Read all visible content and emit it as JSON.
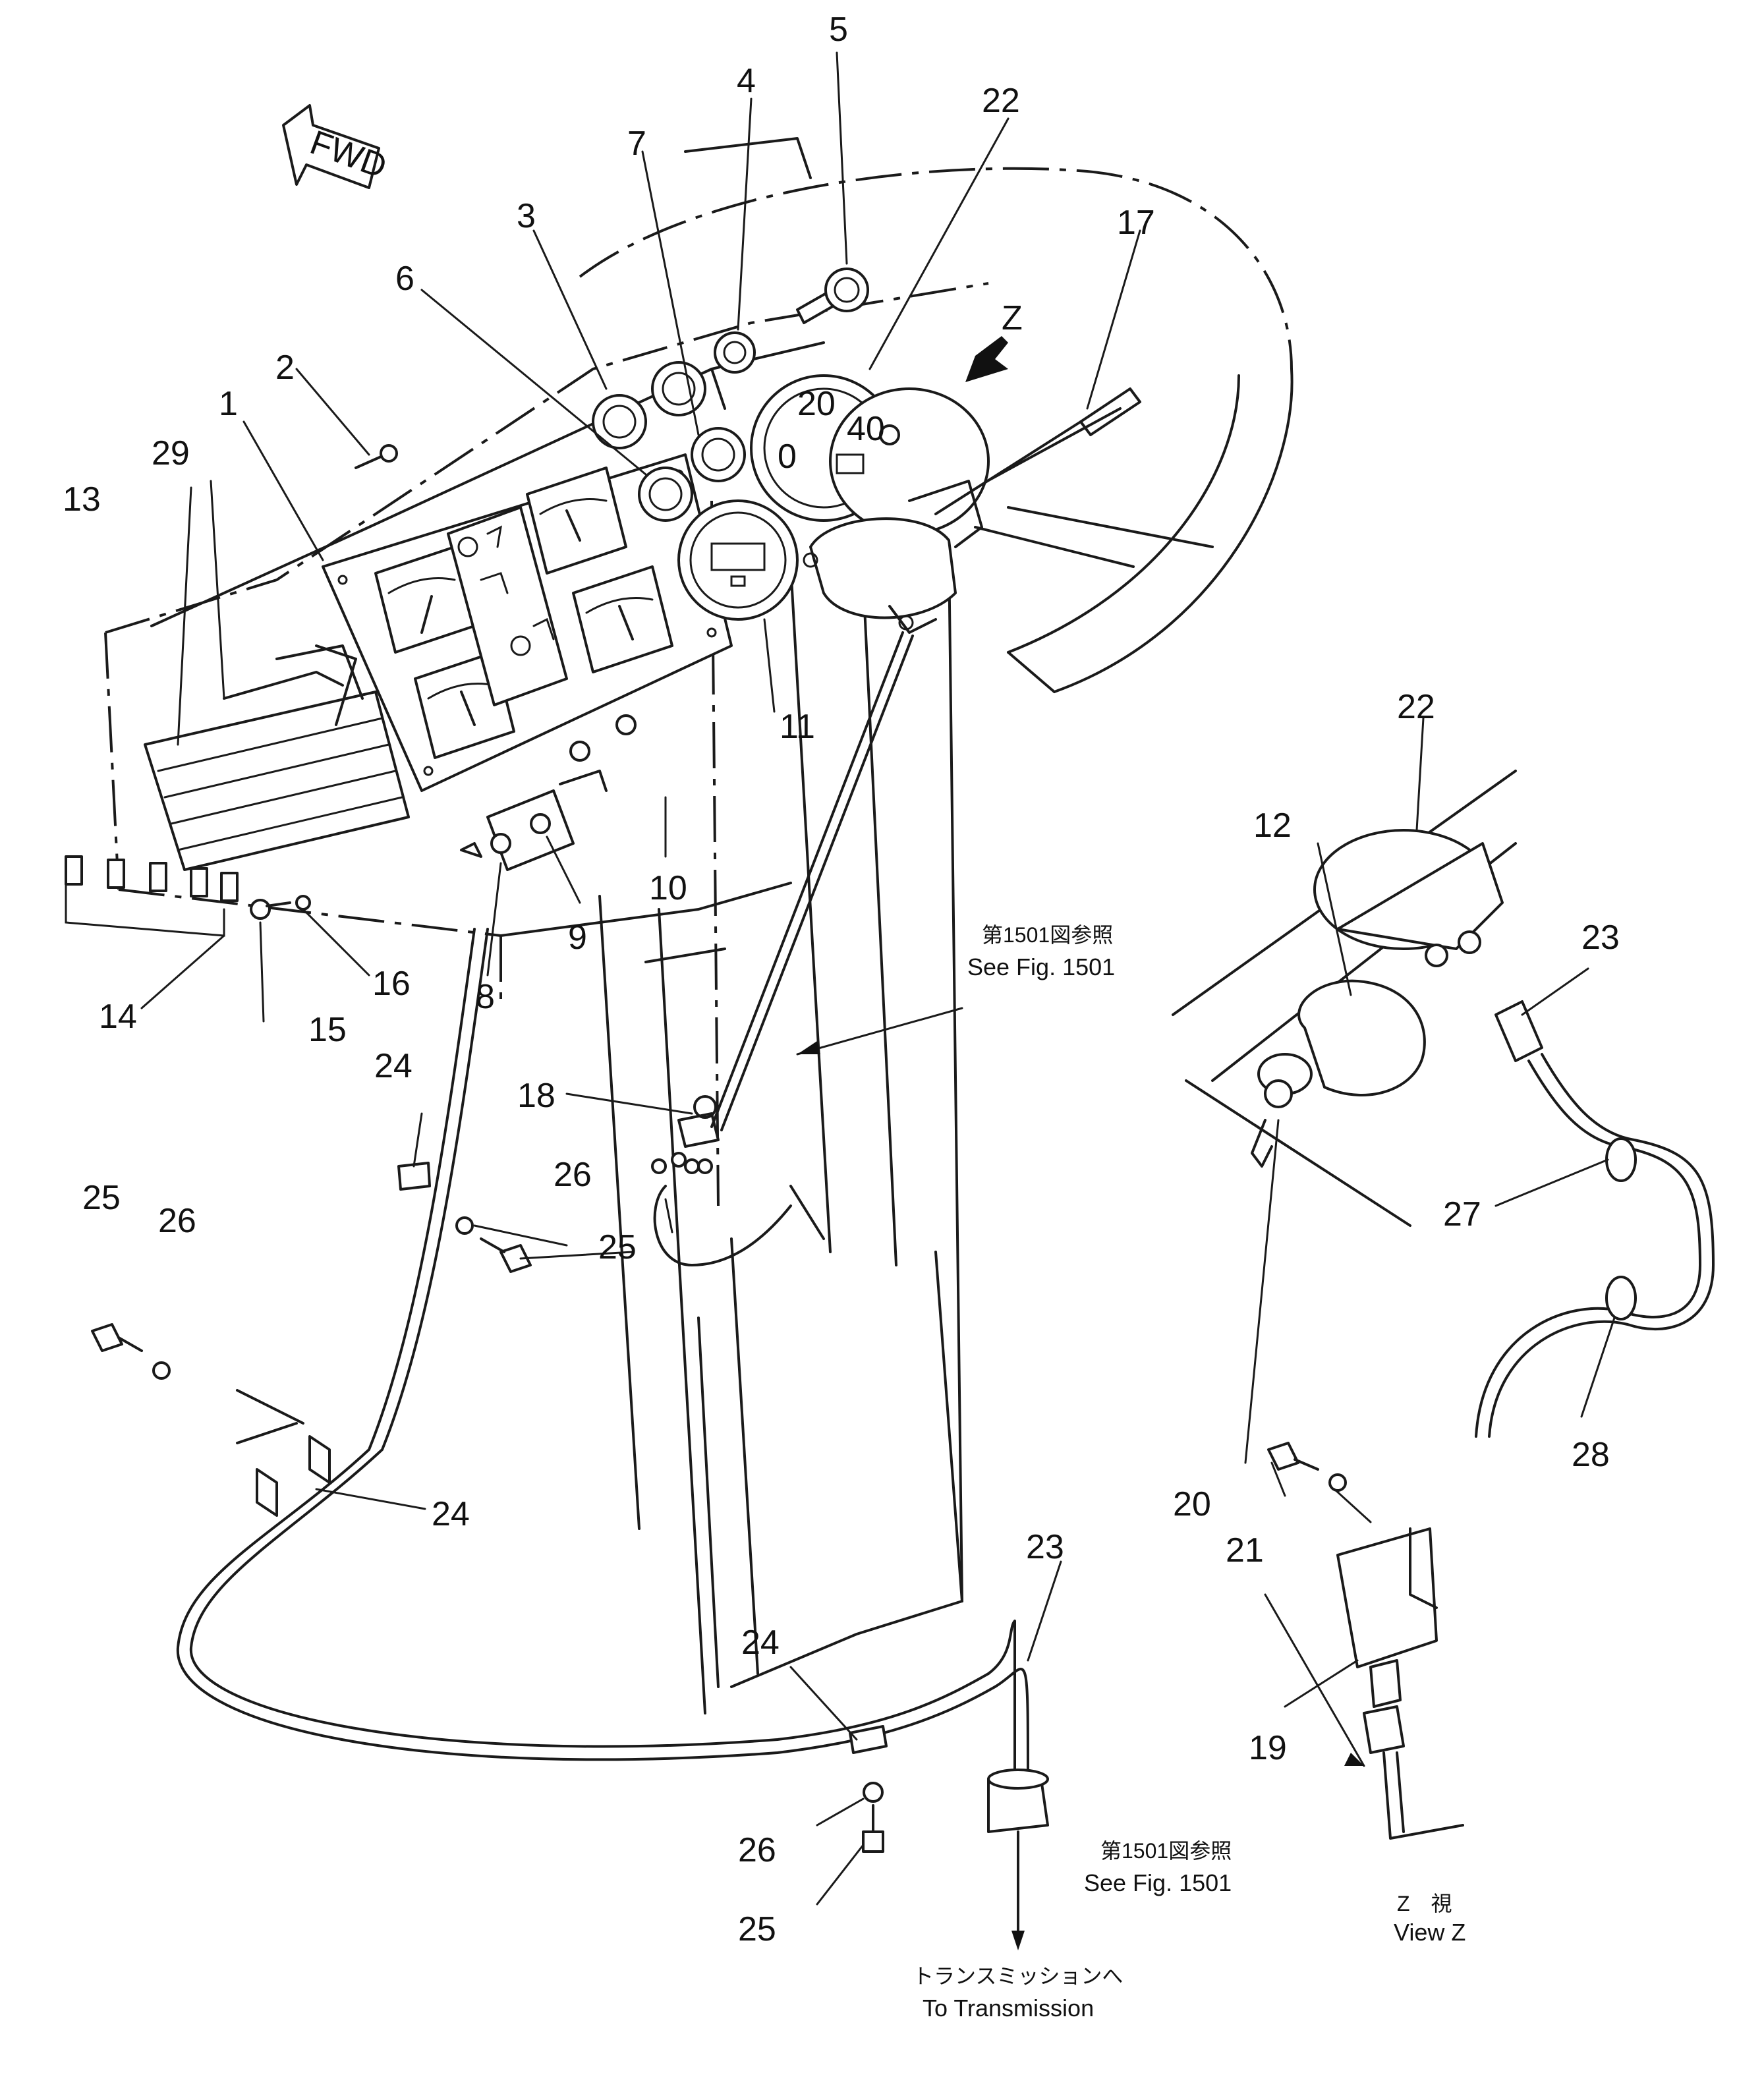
{
  "diagram": {
    "direction_label": "FWD",
    "view_arrow_label": "Z",
    "callouts": {
      "c1": "1",
      "c2": "2",
      "c3": "3",
      "c4": "4",
      "c5": "5",
      "c6": "6",
      "c7": "7",
      "c8": "8",
      "c9": "9",
      "c10": "10",
      "c11": "11",
      "c12": "12",
      "c13": "13",
      "c14": "14",
      "c15": "15",
      "c16": "16",
      "c17": "17",
      "c18": "18",
      "c19": "19",
      "c20": "20",
      "c21": "21",
      "c22a": "22",
      "c22b": "22",
      "c23a": "23",
      "c23b": "23",
      "c24a": "24",
      "c24b": "24",
      "c24c": "24",
      "c25a": "25",
      "c25b": "25",
      "c25c": "25",
      "c26a": "26",
      "c26b": "26",
      "c26c": "26",
      "c27": "27",
      "c28": "28",
      "c29": "29"
    },
    "gauge_marks": [
      "0",
      "20",
      "40"
    ],
    "notes": {
      "see_fig_a_jp": "第1501図参照",
      "see_fig_a_en": "See Fig. 1501",
      "see_fig_b_jp": "第1501図参照",
      "see_fig_b_en": "See Fig. 1501",
      "transmission_jp": "トランスミッションへ",
      "transmission_en": "To Transmission",
      "view_z_jp": "Z　視",
      "view_z_en": "View Z"
    }
  }
}
